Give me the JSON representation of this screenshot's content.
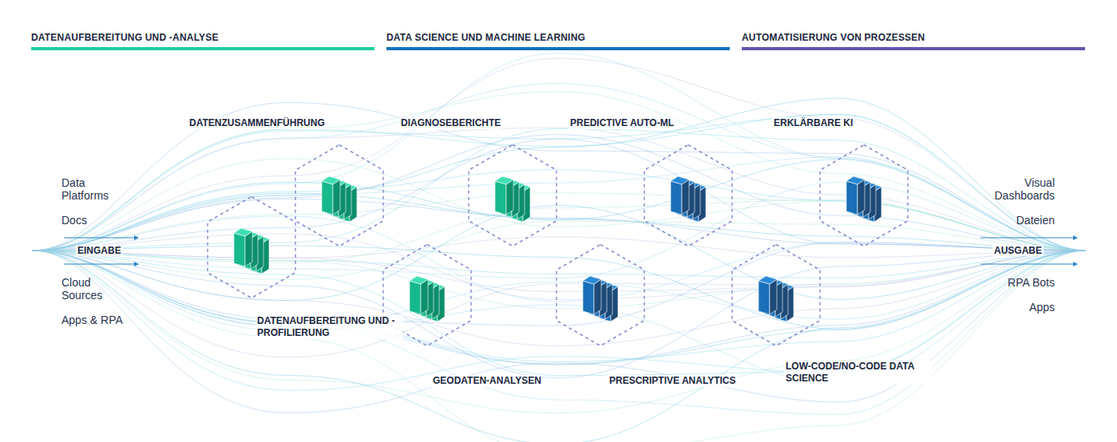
{
  "diagram": {
    "nodes": [
      {
        "text": [
          "DATENAUFBEREITUNG UND -PROFILIERUNG"
        ]
      },
      {
        "text": [
          "DATENZUSAMMENFÜHRUNG"
        ]
      },
      {
        "text": [
          "GEODATEN-ANALYSEN"
        ]
      },
      {
        "text": [
          "DIAGNOSEBERICHTE"
        ]
      },
      {
        "text": [
          "PRESCRIPTIVE ANALYTICS"
        ]
      },
      {
        "text": [
          "PREDICTIVE AUTO-ML"
        ]
      },
      {
        "text": [
          "LOW-CODE/NO-CODE DATA SCIENCE"
        ]
      },
      {
        "text": [
          "ERKLÄRBARE KI"
        ]
      }
    ],
    "labels": [
      "DATENAUFBEREITUNG UND -ANALYSE",
      "DATA SCIENCE UND MACHINE LEARNING",
      "AUTOMATISIERUNG VON PROZESSEN",
      "Data Platforms",
      "Docs",
      "EINGABE",
      "Cloud Sources",
      "Apps & RPA",
      "Visual Dashboards",
      "Dateien",
      "AUSGABE",
      "RPA Bots",
      "Apps"
    ]
  }
}
